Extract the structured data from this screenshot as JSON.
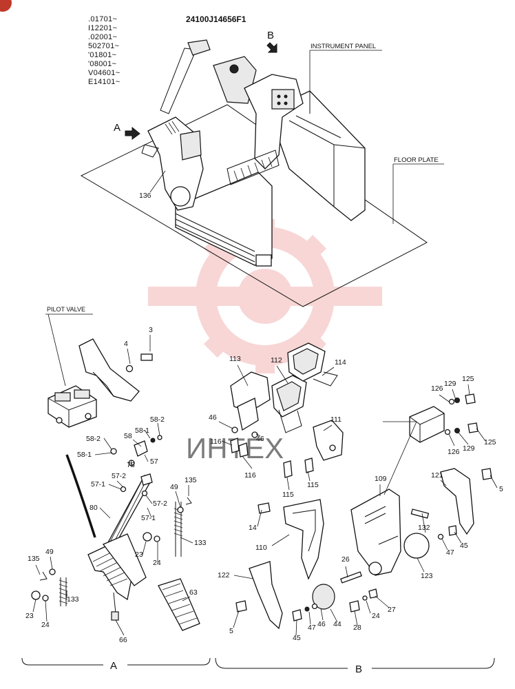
{
  "document_id": "24100J14656F1",
  "serial_ranges": [
    ".01701~",
    "I12201~",
    ".02001~",
    "502701~",
    "'01801~",
    "'08001~",
    "V04601~",
    "E14101~"
  ],
  "labels": {
    "instrument_panel": "INSTRUMENT PANEL",
    "floor_plate": "FLOOR PLATE",
    "pilot_valve": "PILOT VALVE",
    "view_a": "A",
    "view_b": "B",
    "section_a": "A",
    "section_b": "B",
    "watermark": "ИНТЕХ"
  },
  "parts": [
    {
      "id": "p136",
      "label": "136"
    },
    {
      "id": "p3",
      "label": "3"
    },
    {
      "id": "p4",
      "label": "4"
    },
    {
      "id": "p58_2a",
      "label": "58-2"
    },
    {
      "id": "p58_1a",
      "label": "58-1"
    },
    {
      "id": "p58",
      "label": "58"
    },
    {
      "id": "p58_2b",
      "label": "58-2"
    },
    {
      "id": "p58_1b",
      "label": "58-1"
    },
    {
      "id": "p78",
      "label": "78"
    },
    {
      "id": "p57",
      "label": "57"
    },
    {
      "id": "p57_2a",
      "label": "57-2"
    },
    {
      "id": "p57_1a",
      "label": "57-1"
    },
    {
      "id": "p57_2b",
      "label": "57-2"
    },
    {
      "id": "p57_1b",
      "label": "57-1"
    },
    {
      "id": "p80",
      "label": "80"
    },
    {
      "id": "p49a",
      "label": "49"
    },
    {
      "id": "p135a",
      "label": "135"
    },
    {
      "id": "p133a",
      "label": "133"
    },
    {
      "id": "p23a",
      "label": "23"
    },
    {
      "id": "p24a",
      "label": "24"
    },
    {
      "id": "p135b",
      "label": "135"
    },
    {
      "id": "p49b",
      "label": "49"
    },
    {
      "id": "p133b",
      "label": "133"
    },
    {
      "id": "p23b",
      "label": "23"
    },
    {
      "id": "p24b",
      "label": "24"
    },
    {
      "id": "p66",
      "label": "66"
    },
    {
      "id": "p63",
      "label": "63"
    },
    {
      "id": "p113",
      "label": "113"
    },
    {
      "id": "p112",
      "label": "112"
    },
    {
      "id": "p114",
      "label": "114"
    },
    {
      "id": "p46a",
      "label": "46"
    },
    {
      "id": "p116a",
      "label": "116"
    },
    {
      "id": "p46b",
      "label": "46"
    },
    {
      "id": "p116b",
      "label": "116"
    },
    {
      "id": "p111",
      "label": "111"
    },
    {
      "id": "p115a",
      "label": "115"
    },
    {
      "id": "p115b",
      "label": "115"
    },
    {
      "id": "p126a",
      "label": "126"
    },
    {
      "id": "p129a",
      "label": "129"
    },
    {
      "id": "p125a",
      "label": "125"
    },
    {
      "id": "p125b",
      "label": "125"
    },
    {
      "id": "p126b",
      "label": "126"
    },
    {
      "id": "p129b",
      "label": "129"
    },
    {
      "id": "p121",
      "label": "121"
    },
    {
      "id": "p5a",
      "label": "5"
    },
    {
      "id": "p109",
      "label": "109"
    },
    {
      "id": "p14",
      "label": "14"
    },
    {
      "id": "p110",
      "label": "110"
    },
    {
      "id": "p132",
      "label": "132"
    },
    {
      "id": "p47a",
      "label": "47"
    },
    {
      "id": "p45a",
      "label": "45"
    },
    {
      "id": "p123",
      "label": "123"
    },
    {
      "id": "p26",
      "label": "26"
    },
    {
      "id": "p122",
      "label": "122"
    },
    {
      "id": "p27",
      "label": "27"
    },
    {
      "id": "p24c",
      "label": "24"
    },
    {
      "id": "p28",
      "label": "28"
    },
    {
      "id": "p46c",
      "label": "46"
    },
    {
      "id": "p44",
      "label": "44"
    },
    {
      "id": "p47b",
      "label": "47"
    },
    {
      "id": "p45b",
      "label": "45"
    },
    {
      "id": "p5b",
      "label": "5"
    }
  ]
}
